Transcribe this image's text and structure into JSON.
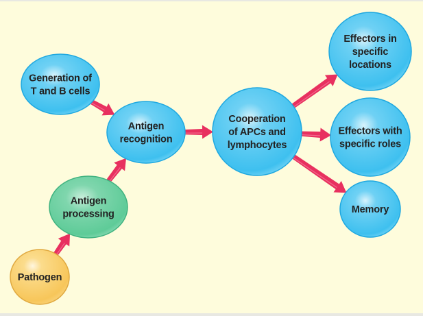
{
  "diagram": {
    "type": "flow",
    "background_color": "#fefcdc",
    "arrow_color": "#e8305f",
    "node_colors": {
      "blue": "#3ec0ef",
      "green": "#5ecb98",
      "yellow": "#f7c65a"
    },
    "nodes": [
      {
        "id": "generation",
        "lines": [
          "Generation of",
          "T and B cells"
        ],
        "color": "blue"
      },
      {
        "id": "recognition",
        "lines": [
          "Antigen",
          "recognition"
        ],
        "color": "blue"
      },
      {
        "id": "cooperation",
        "lines": [
          "Cooperation",
          "of APCs and",
          "lymphocytes"
        ],
        "color": "blue"
      },
      {
        "id": "effectors-locations",
        "lines": [
          "Effectors in",
          "specific",
          "locations"
        ],
        "color": "blue"
      },
      {
        "id": "effectors-roles",
        "lines": [
          "Effectors with",
          "specific roles"
        ],
        "color": "blue"
      },
      {
        "id": "memory",
        "lines": [
          "Memory"
        ],
        "color": "blue"
      },
      {
        "id": "processing",
        "lines": [
          "Antigen",
          "processing"
        ],
        "color": "green"
      },
      {
        "id": "pathogen",
        "lines": [
          "Pathogen"
        ],
        "color": "yellow"
      }
    ],
    "edges": [
      {
        "from": "pathogen",
        "to": "processing"
      },
      {
        "from": "processing",
        "to": "recognition"
      },
      {
        "from": "generation",
        "to": "recognition"
      },
      {
        "from": "recognition",
        "to": "cooperation"
      },
      {
        "from": "cooperation",
        "to": "effectors-locations"
      },
      {
        "from": "cooperation",
        "to": "effectors-roles"
      },
      {
        "from": "cooperation",
        "to": "memory"
      }
    ]
  }
}
